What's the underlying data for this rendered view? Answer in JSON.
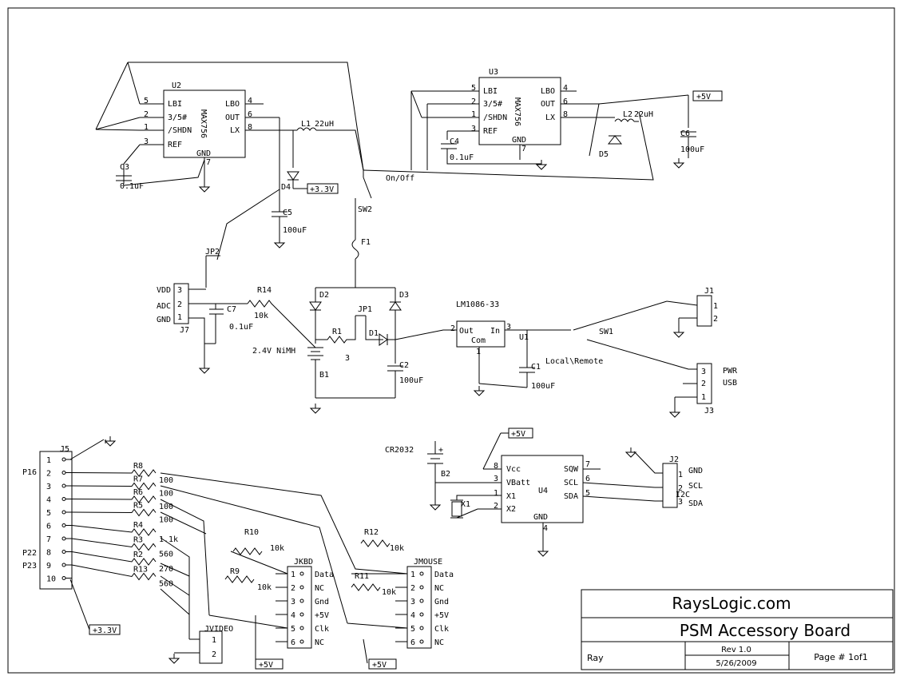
{
  "title_block": {
    "company": "RaysLogic.com",
    "board": "PSM Accessory Board",
    "author": "Ray",
    "revision": "Rev 1.0",
    "date": "5/26/2009",
    "page": "Page # 1of1"
  },
  "u2": {
    "ref": "U2",
    "part": "MAX756",
    "pins": [
      "LBI",
      "3/5#",
      "/SHDN",
      "REF",
      "LBO",
      "OUT",
      "LX",
      "GND"
    ],
    "nums": [
      "5",
      "2",
      "1",
      "3",
      "4",
      "6",
      "8",
      "7"
    ]
  },
  "u3": {
    "ref": "U3",
    "part": "MAX756",
    "pins": [
      "LBI",
      "3/5#",
      "/SHDN",
      "REF",
      "LBO",
      "OUT",
      "LX",
      "GND"
    ],
    "nums": [
      "5",
      "2",
      "1",
      "3",
      "4",
      "6",
      "8",
      "7"
    ]
  },
  "u4": {
    "ref": "U4",
    "pins": [
      "Vcc",
      "VBatt",
      "X1",
      "X2",
      "SQW",
      "SCL",
      "SDA",
      "GND"
    ],
    "nums": [
      "8",
      "3",
      "1",
      "2",
      "7",
      "6",
      "5",
      "4"
    ]
  },
  "reg": {
    "name": "LM1086-33",
    "ref": "U1",
    "out": "Out",
    "in": "In",
    "com": "Com",
    "n_out": "2",
    "n_in": "3",
    "n_com": "1"
  },
  "parts": {
    "c3": "C3",
    "c3v": "0.1uF",
    "c4": "C4",
    "c4v": "0.1uF",
    "c5": "C5",
    "c5v": "100uF",
    "c6": "C6",
    "c6v": "100uF",
    "c7": "C7",
    "c7v": "0.1uF",
    "c1": "C1",
    "c1v": "100uF",
    "c2": "C2",
    "c2v": "100uF",
    "l1": "L1",
    "l1v": "22uH",
    "l2": "L2",
    "l2v": "22uH",
    "d4": "D4",
    "d5": "D5",
    "d2": "D2",
    "d3": "D3",
    "d1": "D1",
    "sw2": "SW2",
    "onoff": "On/Off",
    "f1": "F1",
    "jp2": "JP2",
    "jp1": "JP1",
    "r14": "R14",
    "r14v": "10k",
    "r1": "R1",
    "r1v": "3",
    "b1": "B1",
    "b1v": "2.4V NiMH",
    "b2": "B2",
    "b2v": "CR2032",
    "x1": "X1",
    "sw1": "SW1",
    "sw1v": "Local\\Remote",
    "p33a": "+3.3V",
    "p33b": "+3.3V",
    "p5a": "+5V",
    "p5b": "+5V",
    "p5c": "+5V",
    "p5d": "+5V"
  },
  "j7": {
    "ref": "J7",
    "labels": [
      "VDD",
      "ADC",
      "GND"
    ],
    "nums": [
      "3",
      "2",
      "1"
    ]
  },
  "j1": {
    "ref": "J1",
    "nums": [
      "1",
      "2"
    ]
  },
  "j3": {
    "ref": "J3",
    "labels": [
      "PWR",
      "USB"
    ],
    "nums": [
      "3",
      "2",
      "1"
    ]
  },
  "j2": {
    "ref": "J2",
    "labels": [
      "GND",
      "SCL",
      "SDA"
    ],
    "nums": [
      "1",
      "2",
      "3"
    ],
    "name": "I2C"
  },
  "j5": {
    "ref": "J5",
    "nums": [
      "1",
      "2",
      "3",
      "4",
      "5",
      "6",
      "7",
      "8",
      "9",
      "10"
    ],
    "p16": "P16",
    "p22": "P22",
    "p23": "P23"
  },
  "jkbd": {
    "ref": "JKBD",
    "nums": [
      "1",
      "2",
      "3",
      "4",
      "5",
      "6"
    ],
    "labels": [
      "Data",
      "NC",
      "Gnd",
      "+5V",
      "Clk",
      "NC"
    ]
  },
  "jmouse": {
    "ref": "JMOUSE",
    "nums": [
      "1",
      "2",
      "3",
      "4",
      "5",
      "6"
    ],
    "labels": [
      "Data",
      "NC",
      "Gnd",
      "+5V",
      "Clk",
      "NC"
    ]
  },
  "jvideo": {
    "ref": "JVIDEO",
    "nums": [
      "1",
      "2"
    ]
  },
  "resistors": [
    {
      "ref": "R8",
      "val": "100"
    },
    {
      "ref": "R7",
      "val": "100"
    },
    {
      "ref": "R6",
      "val": "100"
    },
    {
      "ref": "R5",
      "val": "100"
    },
    {
      "ref": "R4",
      "val": "1.1k"
    },
    {
      "ref": "R3",
      "val": "560"
    },
    {
      "ref": "R2",
      "val": "270"
    },
    {
      "ref": "R13",
      "val": "560"
    }
  ],
  "pullups": {
    "r10": "R10",
    "r10v": "10k",
    "r9": "R9",
    "r9v": "10k",
    "r12": "R12",
    "r12v": "10k",
    "r11": "R11",
    "r11v": "10k"
  }
}
